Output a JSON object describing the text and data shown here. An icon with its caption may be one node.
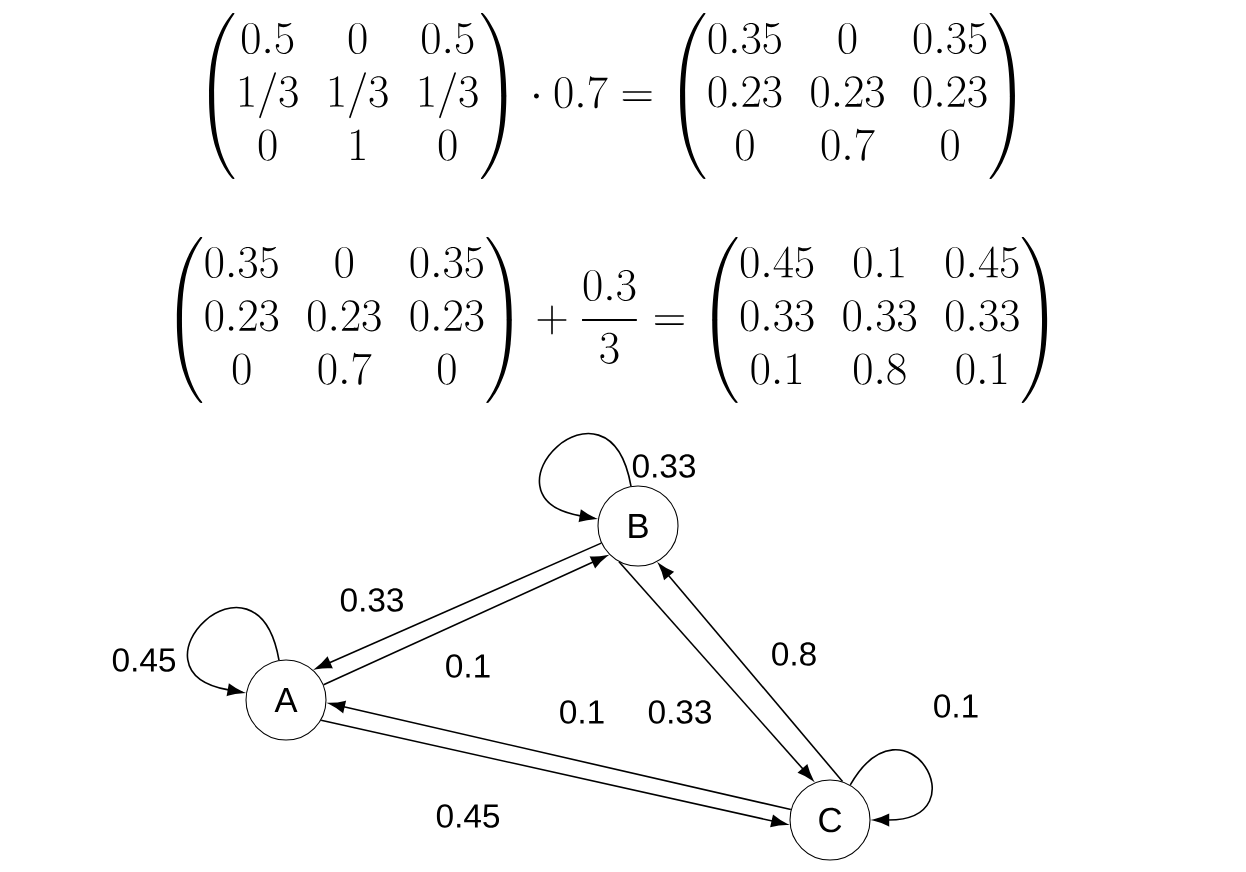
{
  "diagram": {
    "nodes": [
      {
        "text": [
          "A"
        ]
      },
      {
        "text": [
          "B"
        ]
      },
      {
        "text": [
          "C"
        ]
      }
    ],
    "edges": [
      {
        "from": 0,
        "to": 0,
        "arrow": "to",
        "label": "0.45"
      },
      {
        "from": 1,
        "to": 1,
        "arrow": "to",
        "label": "0.33"
      },
      {
        "from": 2,
        "to": 2,
        "arrow": "to",
        "label": "0.1"
      },
      {
        "from": 1,
        "to": 0,
        "arrow": "to",
        "label": "0.33"
      },
      {
        "from": 0,
        "to": 1,
        "arrow": "to",
        "label": "0.1"
      },
      {
        "from": 2,
        "to": 0,
        "arrow": "to",
        "label": "0.1"
      },
      {
        "from": 0,
        "to": 2,
        "arrow": "to",
        "label": "0.45"
      },
      {
        "from": 1,
        "to": 2,
        "arrow": "to",
        "label": "0.33"
      },
      {
        "from": 2,
        "to": 1,
        "arrow": "to",
        "label": "0.8"
      }
    ],
    "labels": [
      "\\begin{pmatrix}0.5 & 0 & 0.5\\\\ 1/3 & 1/3 & 1/3\\\\ 0 & 1 & 0\\end{pmatrix}\\cdot 0.7=\\begin{pmatrix}0.35 & 0 & 0.35\\\\ 0.23 & 0.23 & 0.23\\\\ 0 & 0.7 & 0\\end{pmatrix}",
      "\\begin{pmatrix}0.35 & 0 & 0.35\\\\ 0.23 & 0.23 & 0.23\\\\ 0 & 0.7 & 0\\end{pmatrix}+\\frac{0.3}{3}=\\begin{pmatrix}0.45 & 0.1 & 0.45\\\\ 0.33 & 0.33 & 0.33\\\\ 0.1 & 0.8 & 0.1\\end{pmatrix}"
    ]
  }
}
